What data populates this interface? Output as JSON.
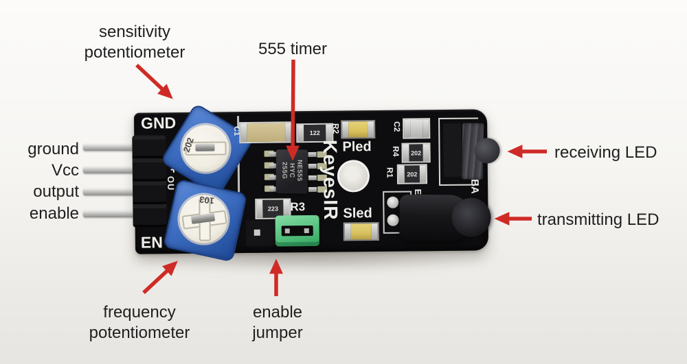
{
  "colors": {
    "arrow_red": "#cf2b26",
    "label_text": "#1f1f1f",
    "board_black": "#0d0d0f",
    "silk_white": "#eeeeea",
    "pot_blue": "#3c6cc0",
    "pot_dial": "#f0ede3",
    "jumper_green": "#55c17d",
    "led_yellow": "#d9c25e",
    "pin_silver": "#c9c9c7"
  },
  "annotations": {
    "sensitivity_pot": {
      "line1": "sensitivity",
      "line2": "potentiometer"
    },
    "timer_555": "555 timer",
    "receiving_led": "receiving LED",
    "transmitting_led": "transmitting LED",
    "frequency_pot": {
      "line1": "frequency",
      "line2": "potentiometer"
    },
    "enable_jumper": {
      "line1": "enable",
      "line2": "jumper"
    },
    "pins": [
      "ground",
      "Vcc",
      "output",
      "enable"
    ]
  },
  "board": {
    "silkscreen": {
      "gnd": "GND",
      "en": "EN",
      "plus": "+",
      "out": "OU",
      "brand": "KeyesIR",
      "pled": "Pled",
      "sled": "Sled",
      "c1": "C1",
      "r2": "R2",
      "c2": "C2",
      "r4": "R4",
      "r1": "R1",
      "r3": "R3",
      "ba": "BA",
      "e": "E"
    },
    "markings": {
      "sensitivity_pot_value": "202",
      "frequency_pot_value": "103",
      "ic_line1": "NE555",
      "ic_line2": "HYC",
      "ic_line3": "255G",
      "r2_value": "122",
      "r4_value": "202",
      "r1_value": "202",
      "r3_value": "223"
    }
  }
}
